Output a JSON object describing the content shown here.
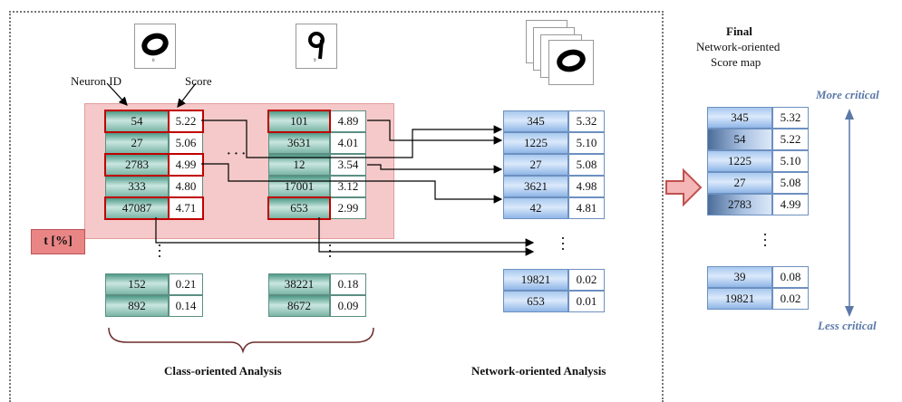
{
  "labels": {
    "neuron_id": "Neuron ID",
    "score": "Score",
    "threshold": "t [%]",
    "class_analysis": "Class-oriented Analysis",
    "network_analysis": "Network-oriented Analysis",
    "final_title": "Final",
    "final_subtitle_1": "Network-oriented",
    "final_subtitle_2": "Score map",
    "more_critical": "More critical",
    "less_critical": "Less critical",
    "ellipsis": "· · ·",
    "digit0": "0",
    "digit9": "9"
  },
  "class_table_0": {
    "top": [
      [
        "54",
        "5.22"
      ],
      [
        "27",
        "5.06"
      ],
      [
        "2783",
        "4.99"
      ],
      [
        "333",
        "4.80"
      ],
      [
        "47087",
        "4.71"
      ]
    ],
    "bottom": [
      [
        "152",
        "0.21"
      ],
      [
        "892",
        "0.14"
      ]
    ]
  },
  "class_table_9": {
    "top": [
      [
        "101",
        "4.89"
      ],
      [
        "3631",
        "4.01"
      ],
      [
        "12",
        "3.54"
      ],
      [
        "17001",
        "3.12"
      ],
      [
        "653",
        "2.99"
      ]
    ],
    "bottom": [
      [
        "38221",
        "0.18"
      ],
      [
        "8672",
        "0.09"
      ]
    ]
  },
  "network_table": {
    "top": [
      [
        "345",
        "5.32"
      ],
      [
        "1225",
        "5.10"
      ],
      [
        "27",
        "5.08"
      ],
      [
        "3621",
        "4.98"
      ],
      [
        "42",
        "4.81"
      ]
    ],
    "bottom": [
      [
        "19821",
        "0.02"
      ],
      [
        "653",
        "0.01"
      ]
    ]
  },
  "final_table": {
    "top": [
      [
        "345",
        "5.32"
      ],
      [
        "54",
        "5.22"
      ],
      [
        "1225",
        "5.10"
      ],
      [
        "27",
        "5.08"
      ],
      [
        "2783",
        "4.99"
      ]
    ],
    "bottom": [
      [
        "39",
        "0.08"
      ],
      [
        "19821",
        "0.02"
      ]
    ]
  },
  "colors": {
    "pink_region": "#f5c9c9",
    "red_border": "#c00000",
    "threshold_box": "#e98585",
    "arrow": "#e98585",
    "critical_text": "#5b78a8"
  }
}
